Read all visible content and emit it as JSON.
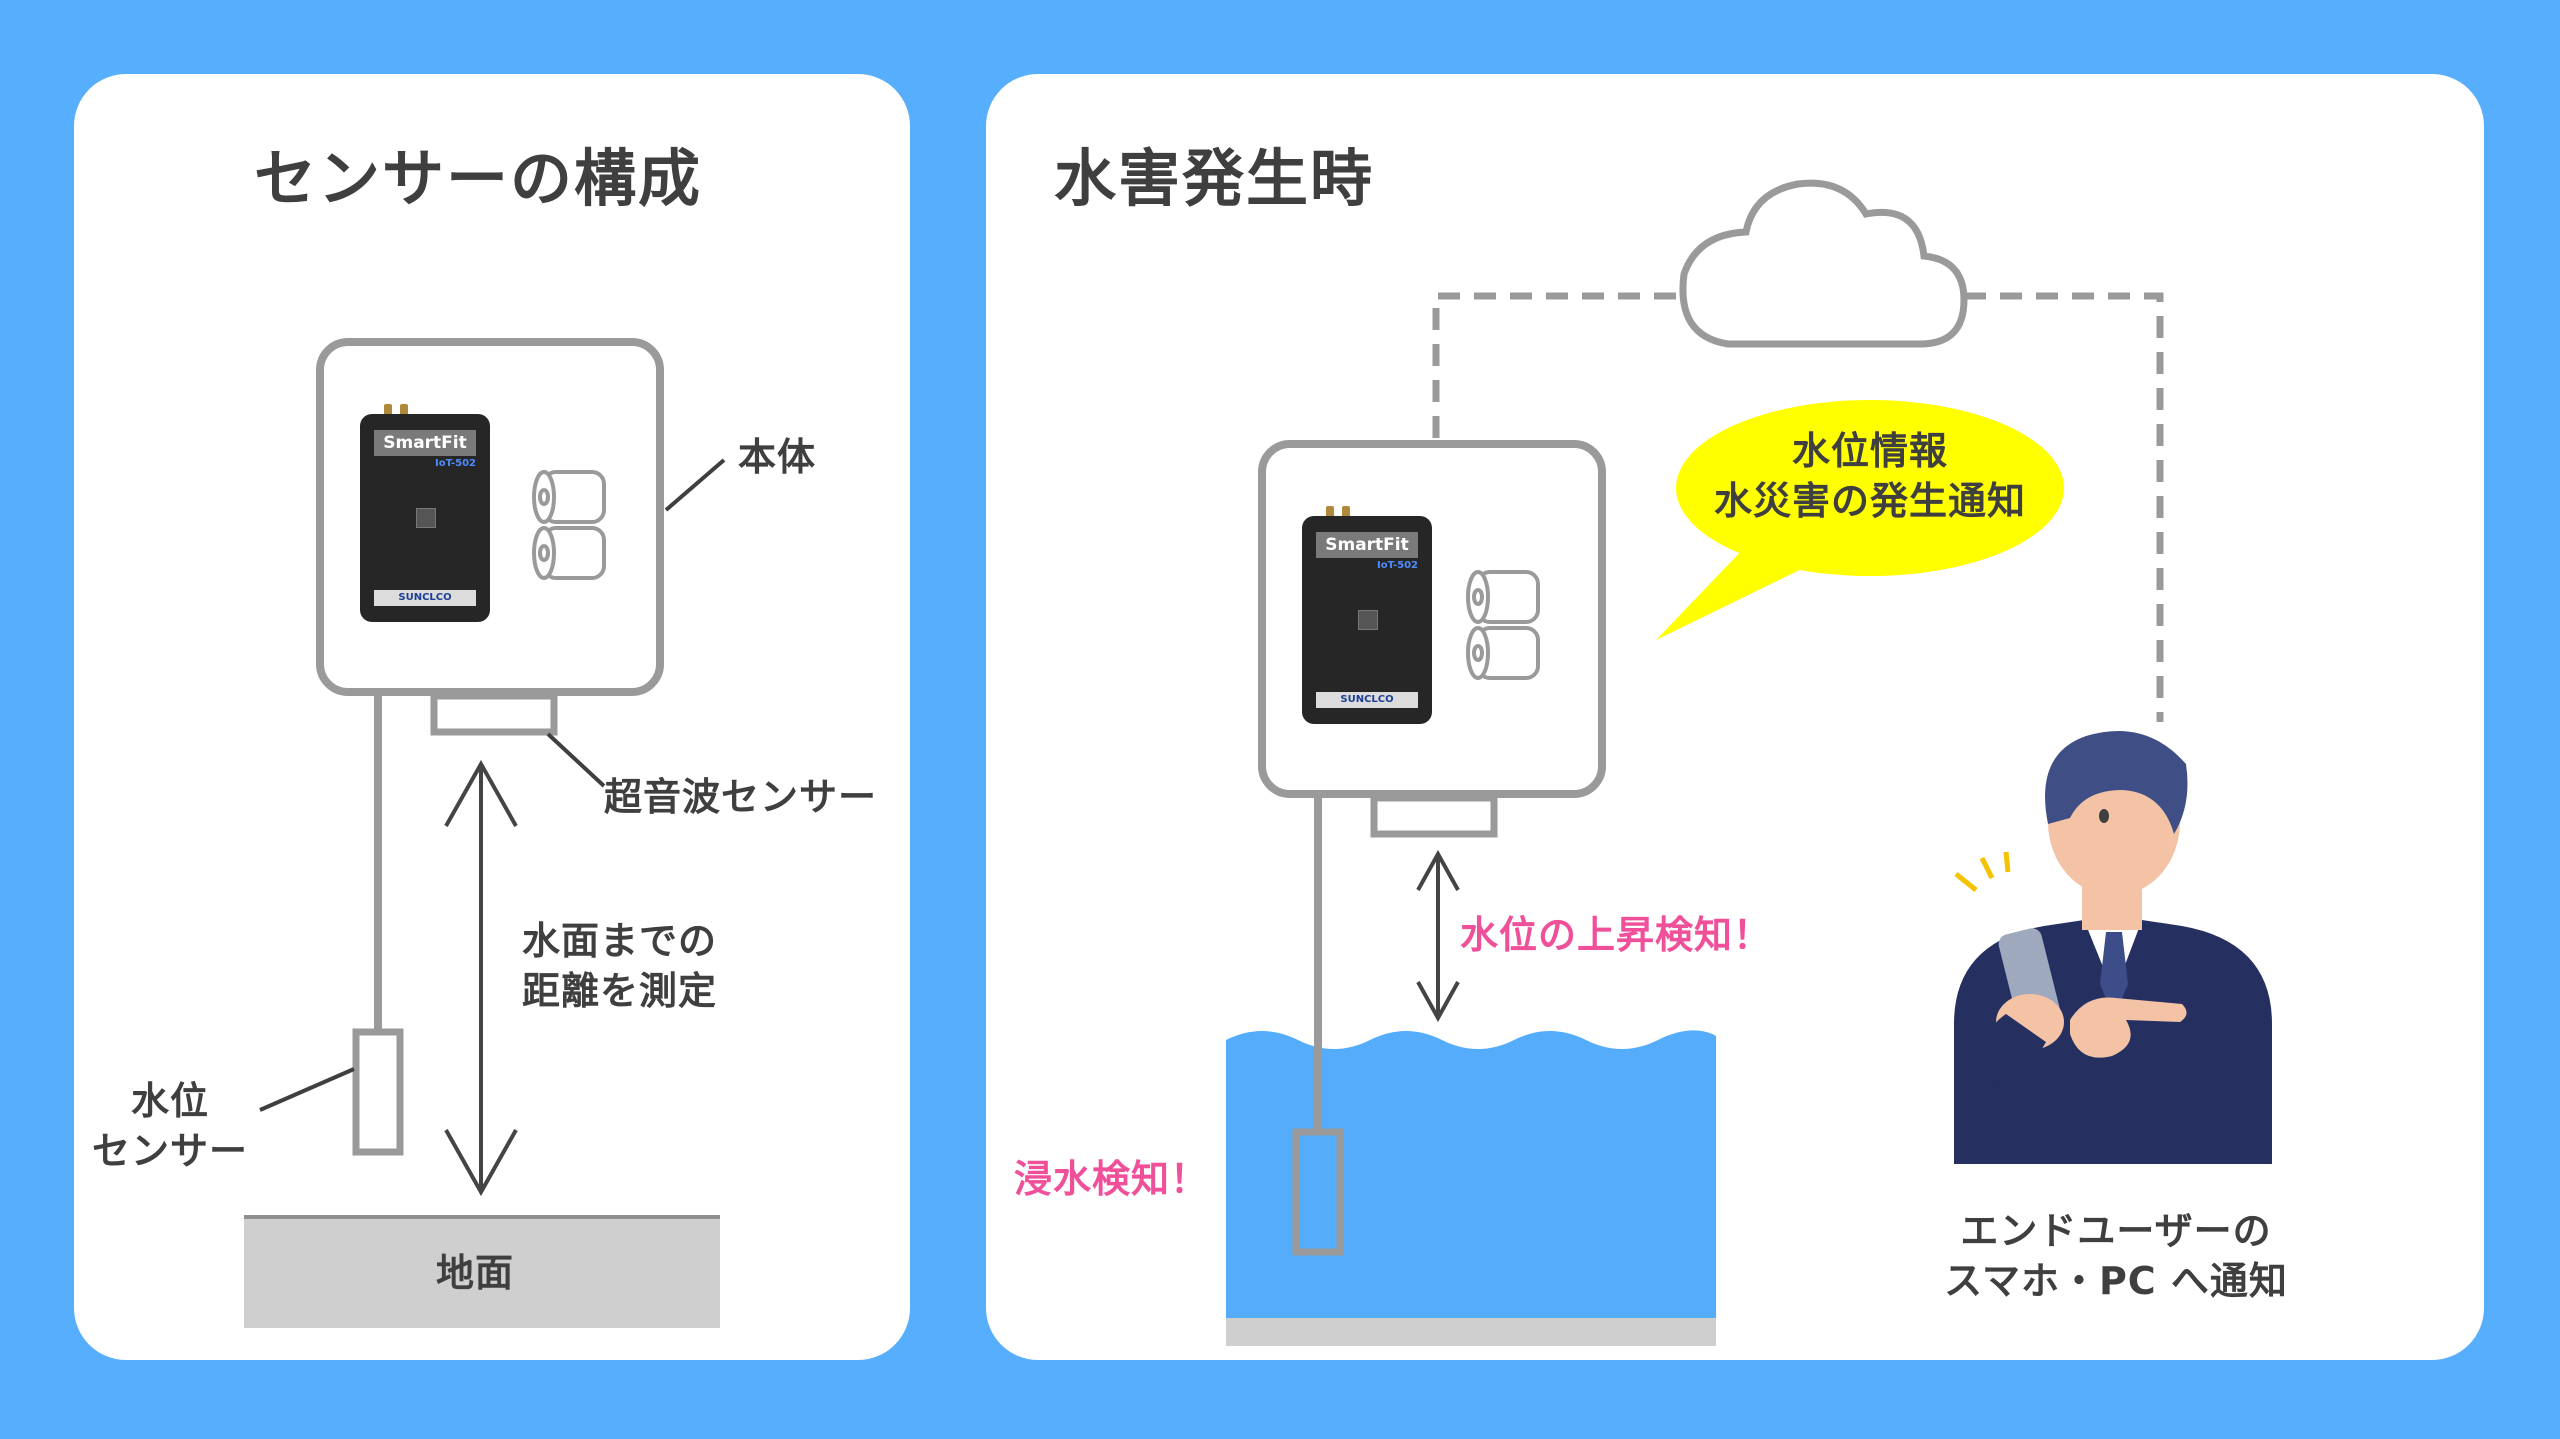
{
  "colors": {
    "background": "#57aefc",
    "panel": "#ffffff",
    "line": "#9a9a9a",
    "water": "#55acfb",
    "ground": "#cfcfcf",
    "bubble": "#ffff00",
    "accent_pink": "#f0509a",
    "text": "#3f3f3f"
  },
  "left_panel": {
    "title": "センサーの構成",
    "body_label": "本体",
    "ultrasonic_label": "超音波センサー",
    "distance_label": [
      "水面までの",
      "距離を測定"
    ],
    "water_level_sensor_label": [
      "水位",
      "センサー"
    ],
    "ground_label": "地面"
  },
  "right_panel": {
    "title": "水害発生時",
    "bubble_text": [
      "水位情報",
      "水災害の発生通知"
    ],
    "rise_label": "水位の上昇検知！",
    "flood_label": "浸水検知！",
    "enduser_label": [
      "エンドユーザーの",
      "スマホ・PC へ通知"
    ]
  },
  "device": {
    "brand": "SmartFit",
    "model": "IoT-502",
    "maker": "SUNCLCO"
  },
  "icons": [
    "cloud-icon",
    "battery-icon",
    "person-illustration"
  ]
}
